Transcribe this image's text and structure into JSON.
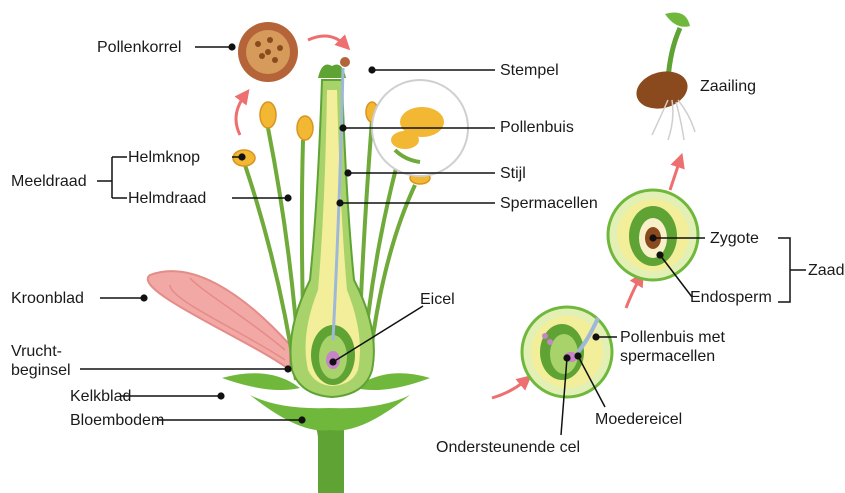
{
  "labels": {
    "pollenkorrel": "Pollenkorrel",
    "stempel": "Stempel",
    "zaailing": "Zaailing",
    "pollenbuis": "Pollenbuis",
    "helmknop": "Helmknop",
    "meeldraad": "Meeldraad",
    "helmdraad": "Helmdraad",
    "stijl": "Stijl",
    "spermacellen": "Spermacellen",
    "zygote": "Zygote",
    "zaad": "Zaad",
    "endosperm": "Endosperm",
    "kroonblad": "Kroonblad",
    "eicel": "Eicel",
    "vruchtbeginsel": "Vrucht-\nbeginsel",
    "pollenbuis_met_spermacellen": "Pollenbuis met\nspermacellen",
    "kelkblad": "Kelkblad",
    "bloembodem": "Bloembodem",
    "moedereicel": "Moedereicel",
    "ondersteunende_cel": "Ondersteunende cel"
  },
  "colors": {
    "stem_green": "#5fa334",
    "light_green": "#a8d26a",
    "pale_yellow": "#f3ee9a",
    "anther_yellow": "#f2b733",
    "petal_pink": "#f2a8a4",
    "arrow_red": "#ee6f6f",
    "pollen_brown": "#b5643a",
    "seed_brown": "#8a4a1d"
  }
}
